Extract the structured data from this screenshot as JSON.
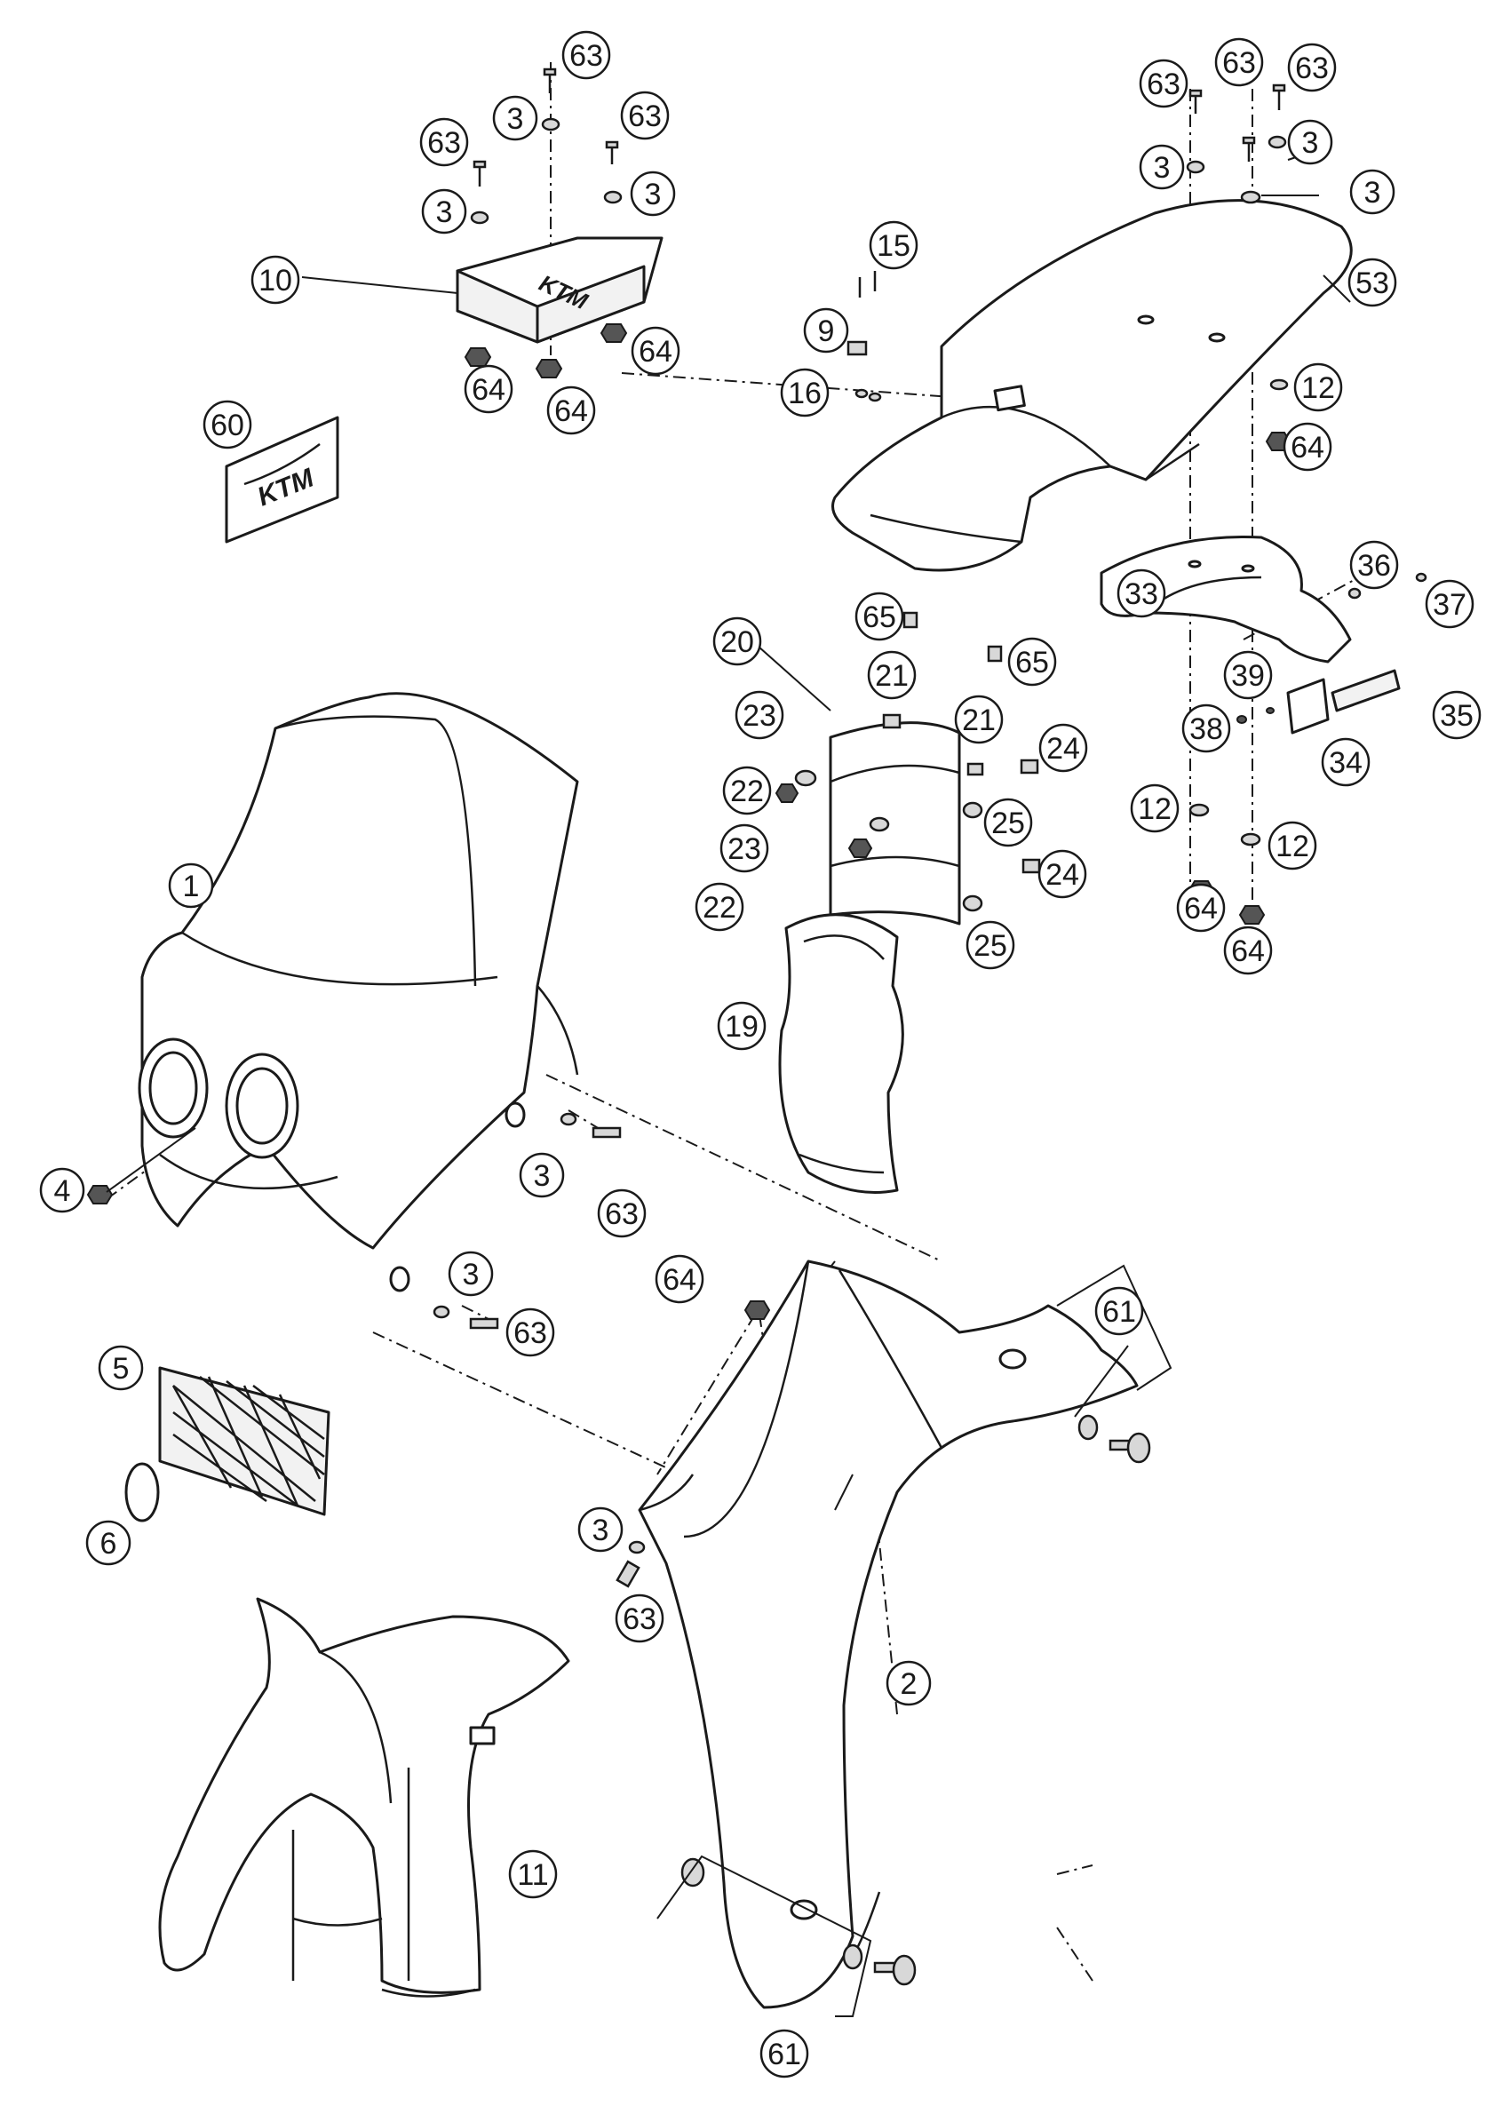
{
  "diagram": {
    "callouts": [
      "1",
      "2",
      "3",
      "4",
      "5",
      "6",
      "9",
      "10",
      "11",
      "12",
      "15",
      "16",
      "19",
      "20",
      "21",
      "22",
      "23",
      "24",
      "25",
      "33",
      "34",
      "35",
      "36",
      "37",
      "38",
      "39",
      "53",
      "60",
      "61",
      "63",
      "64",
      "65"
    ],
    "logo_text": "KTM",
    "colors": {
      "line": "#1a1a1a",
      "fill": "#ffffff",
      "hardware": "#d8d8d8"
    }
  }
}
